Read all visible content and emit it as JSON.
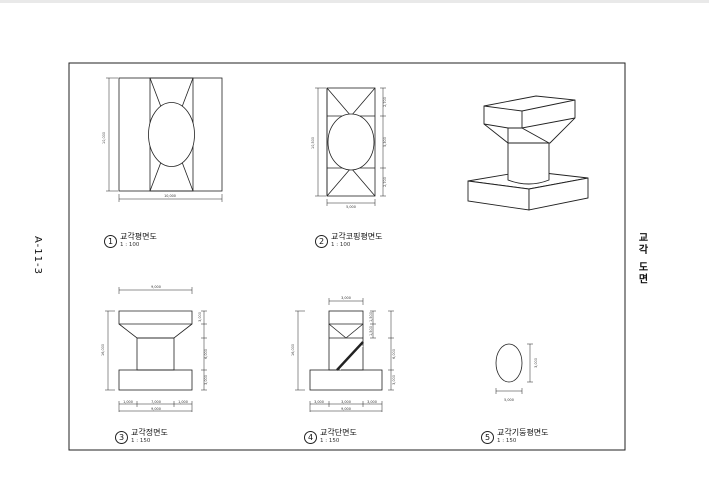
{
  "sheet": {
    "page_ref": "A-11-3",
    "title": "교각 도면"
  },
  "drawings": [
    {
      "number": "1",
      "title": "교각평면도",
      "scale": "1 : 100",
      "dims": [
        "10,000",
        "10,000"
      ]
    },
    {
      "number": "2",
      "title": "교각코핑평면도",
      "scale": "1 : 100",
      "dims": [
        "10,500",
        "5,000",
        "2,700",
        "5,300",
        "2,700"
      ]
    },
    {
      "number": "3",
      "title": "교각정면도",
      "scale": "1 : 150",
      "dims": [
        "9,000",
        "16,000",
        "3,000",
        "6,000",
        "3,000",
        "1,000",
        "7,000",
        "1,000",
        "9,000"
      ]
    },
    {
      "number": "4",
      "title": "교각단면도",
      "scale": "1 : 150",
      "dims": [
        "3,000",
        "16,000",
        "1,500",
        "1,500",
        "6,000",
        "3,000",
        "3,000",
        "3,000",
        "3,000",
        "9,000"
      ]
    },
    {
      "number": "5",
      "title": "교각기둥평면도",
      "scale": "1 : 150",
      "dims": [
        "5,000",
        "3,000"
      ]
    }
  ],
  "view_3d": {
    "label": ""
  }
}
